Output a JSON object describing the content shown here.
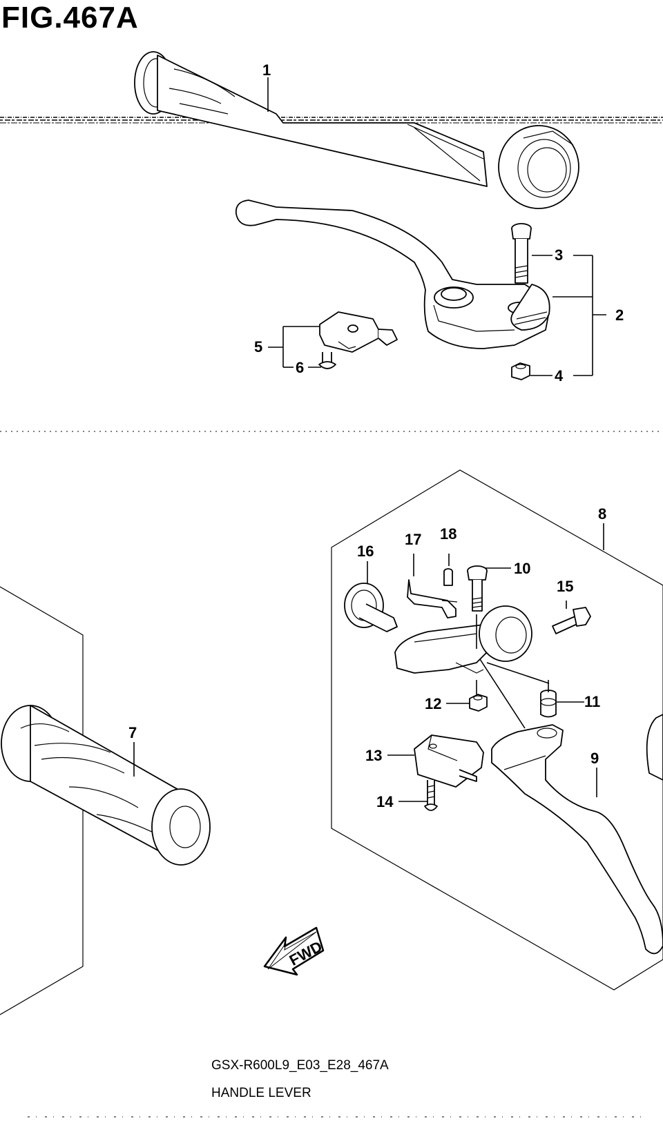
{
  "figure": {
    "title": "FIG.467A"
  },
  "callouts": [
    "1",
    "2",
    "3",
    "4",
    "5",
    "6",
    "7",
    "8",
    "9",
    "10",
    "11",
    "12",
    "13",
    "14",
    "15",
    "16",
    "17",
    "18"
  ],
  "footer": {
    "code": "GSX-R600L9_E03_E28_467A",
    "name": "HANDLE LEVER"
  },
  "fwd_label": "FWD"
}
